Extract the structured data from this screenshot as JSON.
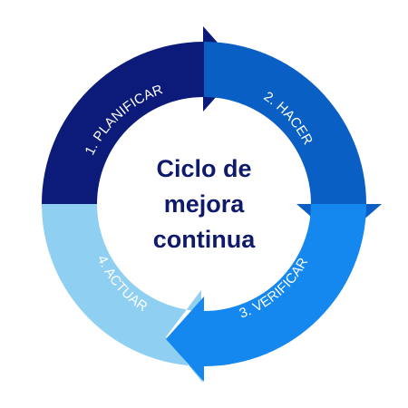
{
  "diagram": {
    "center_lines": [
      "Ciclo de",
      "mejora",
      "continua"
    ],
    "steps": [
      {
        "label": "1. PLANIFICAR",
        "color": "#0c1b79"
      },
      {
        "label": "2. HACER",
        "color": "#0a5fc4"
      },
      {
        "label": "3. VERIFICAR",
        "color": "#1488ee"
      },
      {
        "label": "4. ACTUAR",
        "color": "#8fcff2"
      }
    ],
    "center_color": "#0f1a6b"
  }
}
